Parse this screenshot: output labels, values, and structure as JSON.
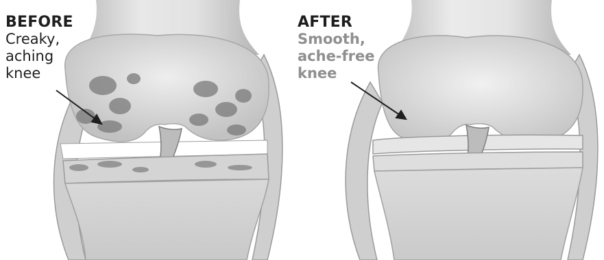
{
  "before": {
    "heading": "BEFORE",
    "lines": [
      "Creaky,",
      "aching",
      "knee"
    ],
    "heading_color": "#1e1e1e",
    "text_color": "#1e1e1e"
  },
  "after": {
    "heading": "AFTER",
    "lines": [
      "Smooth,",
      "ache-free",
      "knee"
    ],
    "heading_color": "#1e1e1e",
    "text_color": "#8f8f8f"
  },
  "illustration": {
    "bone_color": "#d7d7d7",
    "shadow_color": "#8c8c8c",
    "damage_color": "#6f6f6f",
    "arrow_color": "#1f1f1f"
  }
}
